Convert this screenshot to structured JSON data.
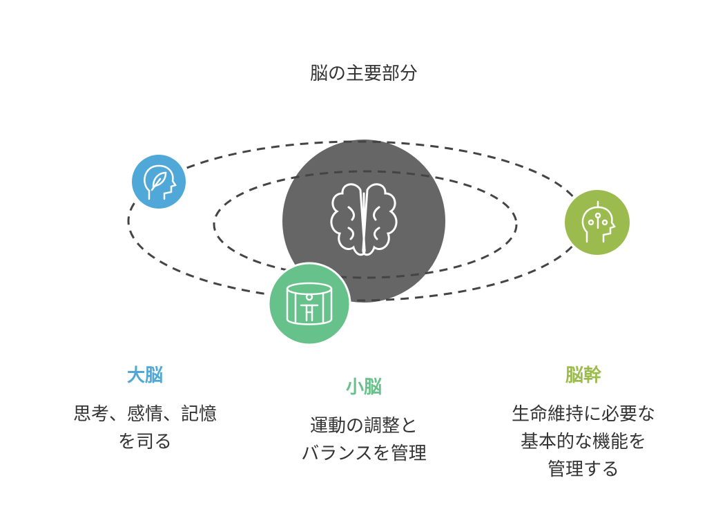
{
  "title": "脳の主要部分",
  "colors": {
    "center": "#666666",
    "cerebrum": "#4fa8d8",
    "cerebellum": "#66c28a",
    "brainstem": "#9bbb4e",
    "dash": "#444444"
  },
  "center": {
    "icon": "brain-icon"
  },
  "parts": [
    {
      "name": "大脳",
      "lines": [
        "思考、感情、記憶",
        "を司る"
      ],
      "icon": "head-leaf-icon"
    },
    {
      "name": "小脳",
      "lines": [
        "運動の調整と",
        "バランスを管理"
      ],
      "icon": "person-balance-icon"
    },
    {
      "name": "脳幹",
      "lines": [
        "生命維持に必要な",
        "基本的な機能を",
        "管理する"
      ],
      "icon": "head-circuit-icon"
    }
  ]
}
